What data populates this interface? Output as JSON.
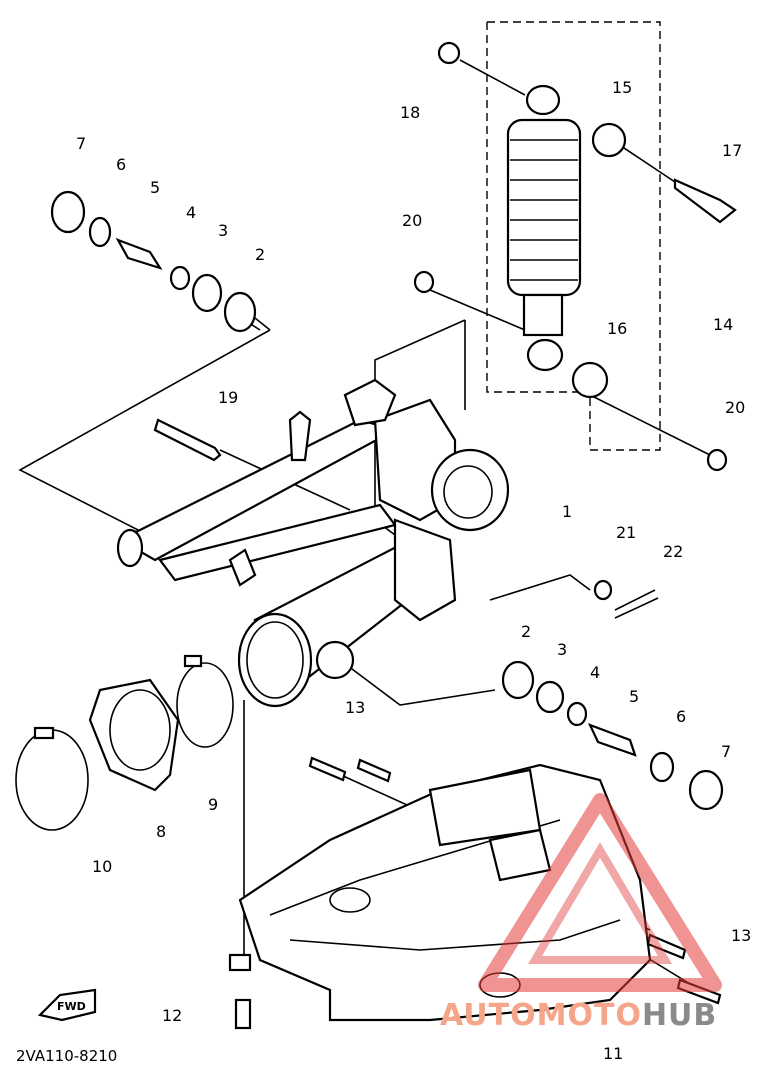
{
  "diagram_code": "2VA110-8210",
  "fwd_label": "FWD",
  "watermark": {
    "part1": "AUTOMOTO",
    "part2": "HUB",
    "color_red": "#e23b3b",
    "color_gray": "#8a8a8a"
  },
  "callouts": {
    "c1": "1",
    "c2a": "2",
    "c2b": "2",
    "c3a": "3",
    "c3b": "3",
    "c4a": "4",
    "c4b": "4",
    "c5a": "5",
    "c5b": "5",
    "c6a": "6",
    "c6b": "6",
    "c7a": "7",
    "c7b": "7",
    "c8": "8",
    "c9": "9",
    "c10": "10",
    "c11": "11",
    "c12": "12",
    "c13a": "13",
    "c13b": "13",
    "c14": "14",
    "c15": "15",
    "c16": "16",
    "c17": "17",
    "c18": "18",
    "c19": "19",
    "c20a": "20",
    "c20b": "20",
    "c21": "21",
    "c22": "22"
  }
}
